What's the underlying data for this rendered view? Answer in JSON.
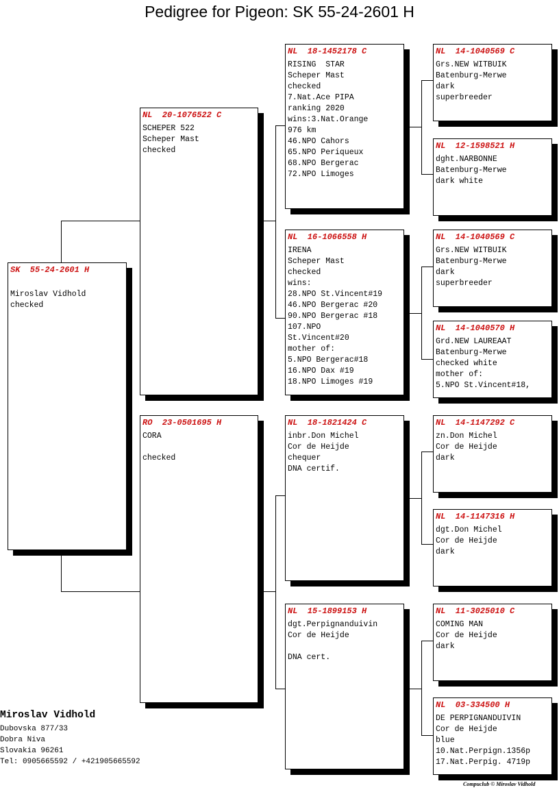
{
  "header": {
    "title": "Pedigree for Pigeon: SK  55-24-2601 H"
  },
  "subject": {
    "ring": "SK  55-24-2601 H",
    "lines": [
      "",
      "Miroslav Vidhold",
      "checked"
    ]
  },
  "father": {
    "ring": "NL  20-1076522 C",
    "lines": [
      "SCHEPER 522",
      "Scheper Mast",
      "checked"
    ]
  },
  "mother": {
    "ring": "RO  23-0501695 H",
    "lines": [
      "CORA",
      "",
      "checked"
    ]
  },
  "ff": {
    "ring": "NL  18-1452178 C",
    "lines": [
      "RISING  STAR",
      "Scheper Mast",
      "checked",
      "7.Nat.Ace PIPA",
      "ranking 2020",
      "wins:3.Nat.Orange",
      "976 km",
      "46.NPO Cahors",
      "65.NPO Periqueux",
      "68.NPO Bergerac",
      "72.NPO Limoges"
    ]
  },
  "fm": {
    "ring": "NL  16-1066558 H",
    "lines": [
      "IRENA",
      "Scheper Mast",
      "checked",
      "wins:",
      "28.NPO St.Vincent#19",
      "46.NPO Bergerac #20",
      "90.NPO Bergerac #18",
      "107.NPO",
      "St.Vincent#20",
      "mother of:",
      "5.NPO Bergerac#18",
      "16.NPO Dax #19",
      "18.NPO Limoges #19"
    ]
  },
  "mf": {
    "ring": "NL  18-1821424 C",
    "lines": [
      "inbr.Don Michel",
      "Cor de Heijde",
      "chequer",
      "DNA certif."
    ]
  },
  "mm": {
    "ring": "NL  15-1899153 H",
    "lines": [
      "dgt.Perpignanduivin",
      "Cor de Heijde",
      "",
      "DNA cert."
    ]
  },
  "fff": {
    "ring": "NL  14-1040569 C",
    "lines": [
      "Grs.NEW WITBUIK",
      "Batenburg-Merwe",
      "dark",
      "superbreeder"
    ]
  },
  "ffm": {
    "ring": "NL  12-1598521 H",
    "lines": [
      "dght.NARBONNE",
      "Batenburg-Merwe",
      "dark white"
    ]
  },
  "fmf": {
    "ring": "NL  14-1040569 C",
    "lines": [
      "Grs.NEW WITBUIK",
      "Batenburg-Merwe",
      "dark",
      "superbreeder"
    ]
  },
  "fmm": {
    "ring": "NL  14-1040570 H",
    "lines": [
      "Grd.NEW LAUREAAT",
      "Batenburg-Merwe",
      "checked white",
      "mother of:",
      "5.NPO St.Vincent#18,"
    ]
  },
  "mff": {
    "ring": "NL  14-1147292 C",
    "lines": [
      "zn.Don Michel",
      "Cor de Heijde",
      "dark"
    ]
  },
  "mfm": {
    "ring": "NL  14-1147316 H",
    "lines": [
      "dgt.Don Michel",
      "Cor de Heijde",
      "dark"
    ]
  },
  "mmf": {
    "ring": "NL  11-3025010 C",
    "lines": [
      "COMING MAN",
      "Cor de Heijde",
      "dark"
    ]
  },
  "mmm": {
    "ring": "NL  03-334500 H",
    "lines": [
      "DE PERPIGNANDUIVIN",
      "Cor de Heijde",
      "blue",
      "10.Nat.Perpign.1356p",
      "17.Nat.Perpig. 4719p"
    ]
  },
  "owner": {
    "name": "Miroslav Vidhold",
    "address1": "Dubovska 877/33",
    "address2": "Dobra Niva",
    "address3": "Slovakia 96261",
    "phone": "Tel: 0905665592 / +421905665592"
  },
  "footer": {
    "credit": "Compuclub © Miroslav Vidhold"
  },
  "colors": {
    "ring_text": "#cc1111",
    "border": "#000000",
    "shadow": "#000000"
  }
}
